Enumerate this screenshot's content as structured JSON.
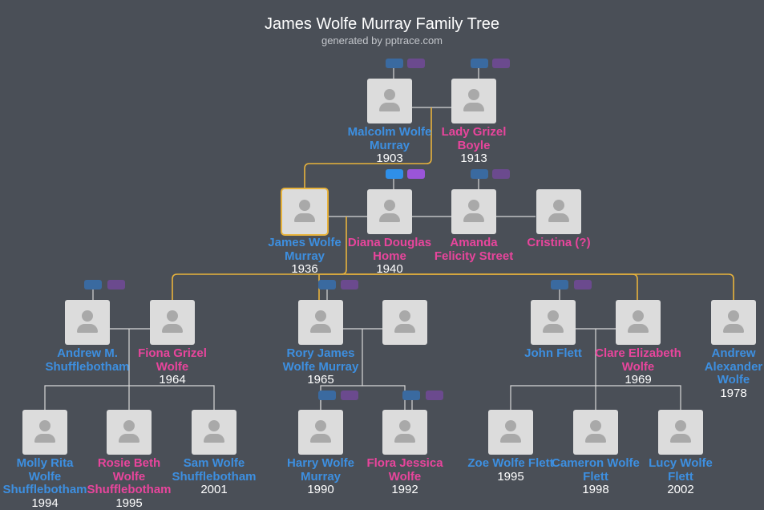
{
  "header": {
    "title": "James Wolfe Murray Family Tree",
    "subtitle": "generated by pptrace.com"
  },
  "colors": {
    "background": "#4a4f57",
    "male": "#3d8fe0",
    "female": "#e8459c",
    "link_primary": "#e8b33c",
    "link_secondary": "#d8d8d8"
  },
  "people": {
    "malcolm": {
      "name": "Malcolm Wolfe Murray",
      "year": "1903"
    },
    "grizel": {
      "name": "Lady Grizel Boyle",
      "year": "1913"
    },
    "james": {
      "name": "James Wolfe Murray",
      "year": "1936"
    },
    "diana": {
      "name": "Diana Douglas Home",
      "year": "1940"
    },
    "amanda": {
      "name": "Amanda Felicity Street",
      "year": ""
    },
    "cristina": {
      "name": "Cristina (?)",
      "year": ""
    },
    "andrew_s": {
      "name": "Andrew M. Shufflebotham",
      "year": ""
    },
    "fiona": {
      "name": "Fiona Grizel Wolfe",
      "year": "1964"
    },
    "rory": {
      "name": "Rory James Wolfe Murray",
      "year": "1965"
    },
    "john": {
      "name": "John Flett",
      "year": ""
    },
    "clare": {
      "name": "Clare Elizabeth Wolfe",
      "year": "1969"
    },
    "andrew_a": {
      "name": "Andrew Alexander Wolfe",
      "year": "1978"
    },
    "molly": {
      "name": "Molly Rita Wolfe Shufflebotham",
      "year": "1994"
    },
    "rosie": {
      "name": "Rosie Beth Wolfe Shufflebotham",
      "year": "1995"
    },
    "sam": {
      "name": "Sam Wolfe Shufflebotham",
      "year": "2001"
    },
    "harry": {
      "name": "Harry Wolfe Murray",
      "year": "1990"
    },
    "flora": {
      "name": "Flora Jessica Wolfe",
      "year": "1992"
    },
    "zoe": {
      "name": "Zoe Wolfe Flett",
      "year": "1995"
    },
    "cameron": {
      "name": "Cameron Wolfe Flett",
      "year": "1998"
    },
    "lucy": {
      "name": "Lucy Wolfe Flett",
      "year": "2002"
    }
  }
}
